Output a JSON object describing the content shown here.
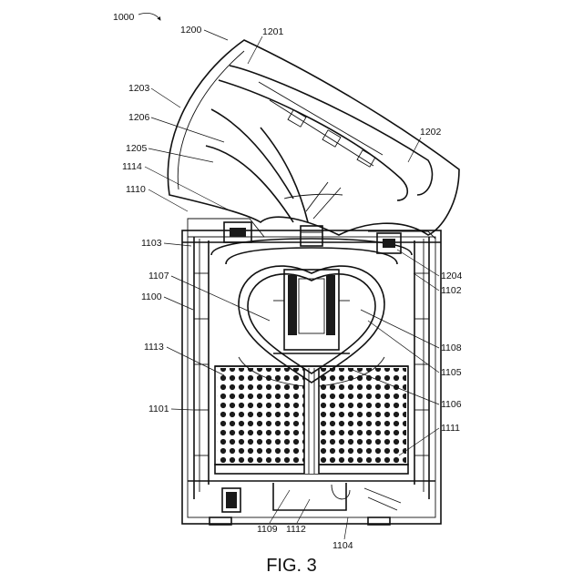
{
  "figure": {
    "caption": "FIG. 3",
    "reference_numerals": {
      "r1000": "1000",
      "r1200": "1200",
      "r1201": "1201",
      "r1202": "1202",
      "r1203": "1203",
      "r1206": "1206",
      "r1205": "1205",
      "r1114": "1114",
      "r1110": "1110",
      "r1103": "1103",
      "r1107": "1107",
      "r1100": "1100",
      "r1113": "1113",
      "r1101": "1101",
      "r1204": "1204",
      "r1102": "1102",
      "r1108": "1108",
      "r1105": "1105",
      "r1106": "1106",
      "r1111": "1111",
      "r1109": "1109",
      "r1112": "1112",
      "r1104": "1104"
    }
  }
}
